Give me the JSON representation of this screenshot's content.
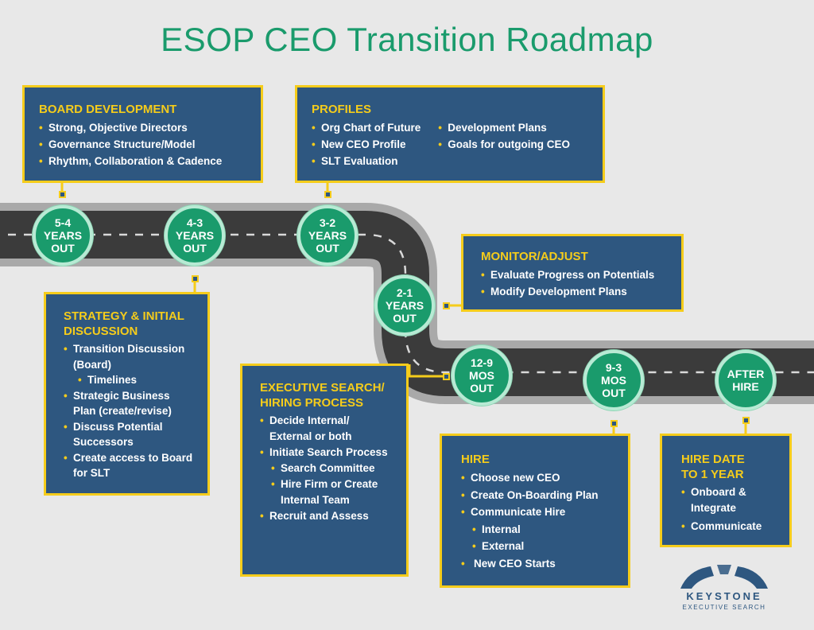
{
  "title": "ESOP CEO Transition Roadmap",
  "milestones": [
    {
      "line1": "5-4",
      "line2": "YEARS",
      "line3": "OUT"
    },
    {
      "line1": "4-3",
      "line2": "YEARS",
      "line3": "OUT"
    },
    {
      "line1": "3-2",
      "line2": "YEARS",
      "line3": "OUT"
    },
    {
      "line1": "2-1",
      "line2": "YEARS",
      "line3": "OUT"
    },
    {
      "line1": "12-9",
      "line2": "MOS",
      "line3": "OUT"
    },
    {
      "line1": "9-3",
      "line2": "MOS",
      "line3": "OUT"
    },
    {
      "line1": "AFTER",
      "line2": "HIRE",
      "line3": ""
    }
  ],
  "boxes": {
    "board": {
      "heading": "BOARD DEVELOPMENT",
      "items": [
        "Strong, Objective Directors",
        "Governance Structure/Model",
        "Rhythm, Collaboration & Cadence"
      ]
    },
    "profiles": {
      "heading": "PROFILES",
      "col1": [
        "Org Chart of Future",
        "New CEO Profile",
        "SLT Evaluation"
      ],
      "col2": [
        "Development Plans",
        "Goals for outgoing CEO"
      ]
    },
    "monitor": {
      "heading": "MONITOR/ADJUST",
      "items": [
        "Evaluate Progress on Potentials",
        "Modify Development Plans"
      ]
    },
    "strategy": {
      "heading_line1": "STRATEGY & INITIAL",
      "heading_line2": "DISCUSSION",
      "items": [
        "Transition Discussion (Board)",
        "Timelines",
        "Strategic Business Plan (create/revise)",
        "Discuss Potential Successors",
        "Create access to Board for SLT"
      ]
    },
    "search": {
      "heading_line1": "EXECUTIVE SEARCH/",
      "heading_line2": "HIRING PROCESS",
      "items": [
        "Decide Internal/ External or both",
        "Initiate Search Process",
        "Search Committee",
        "Hire Firm or Create Internal Team",
        "Recruit and Assess"
      ]
    },
    "hire": {
      "heading": "HIRE",
      "items": [
        "Choose new CEO",
        "Create On-Boarding Plan",
        "Communicate Hire",
        "Internal",
        "External",
        "New CEO Starts"
      ]
    },
    "hiredate": {
      "heading_line1": "HIRE DATE",
      "heading_line2": "TO 1 YEAR",
      "items": [
        "Onboard & Integrate",
        "Communicate"
      ]
    }
  },
  "logo": {
    "name": "KEYSTONE",
    "tagline": "EXECUTIVE SEARCH"
  },
  "colors": {
    "accent_green": "#1a9b6c",
    "box_blue": "#2e5780",
    "border_yellow": "#f5cc1b",
    "road": "#3b3b3b",
    "background": "#e8e8e8"
  }
}
